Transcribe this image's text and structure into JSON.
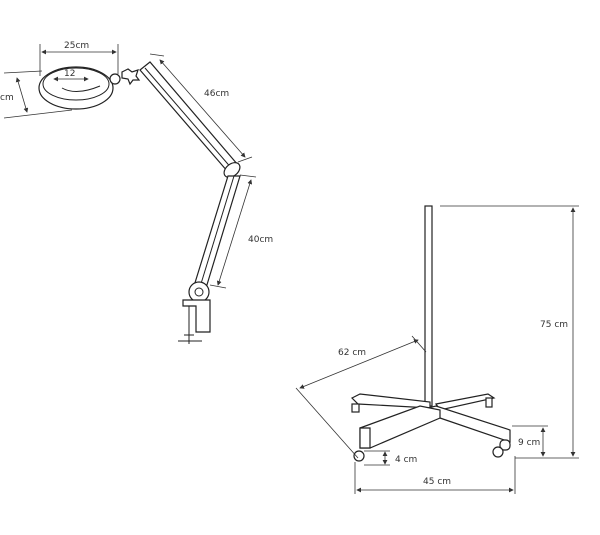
{
  "lamp": {
    "head_width": "25cm",
    "lens_diameter": "12",
    "head_depth": "cm",
    "upper_arm": "46cm",
    "lower_arm": "40cm"
  },
  "stand": {
    "base_diagonal": "62 cm",
    "height": "75 cm",
    "base_height": "9 cm",
    "caster_height": "4 cm",
    "base_width": "45 cm"
  }
}
